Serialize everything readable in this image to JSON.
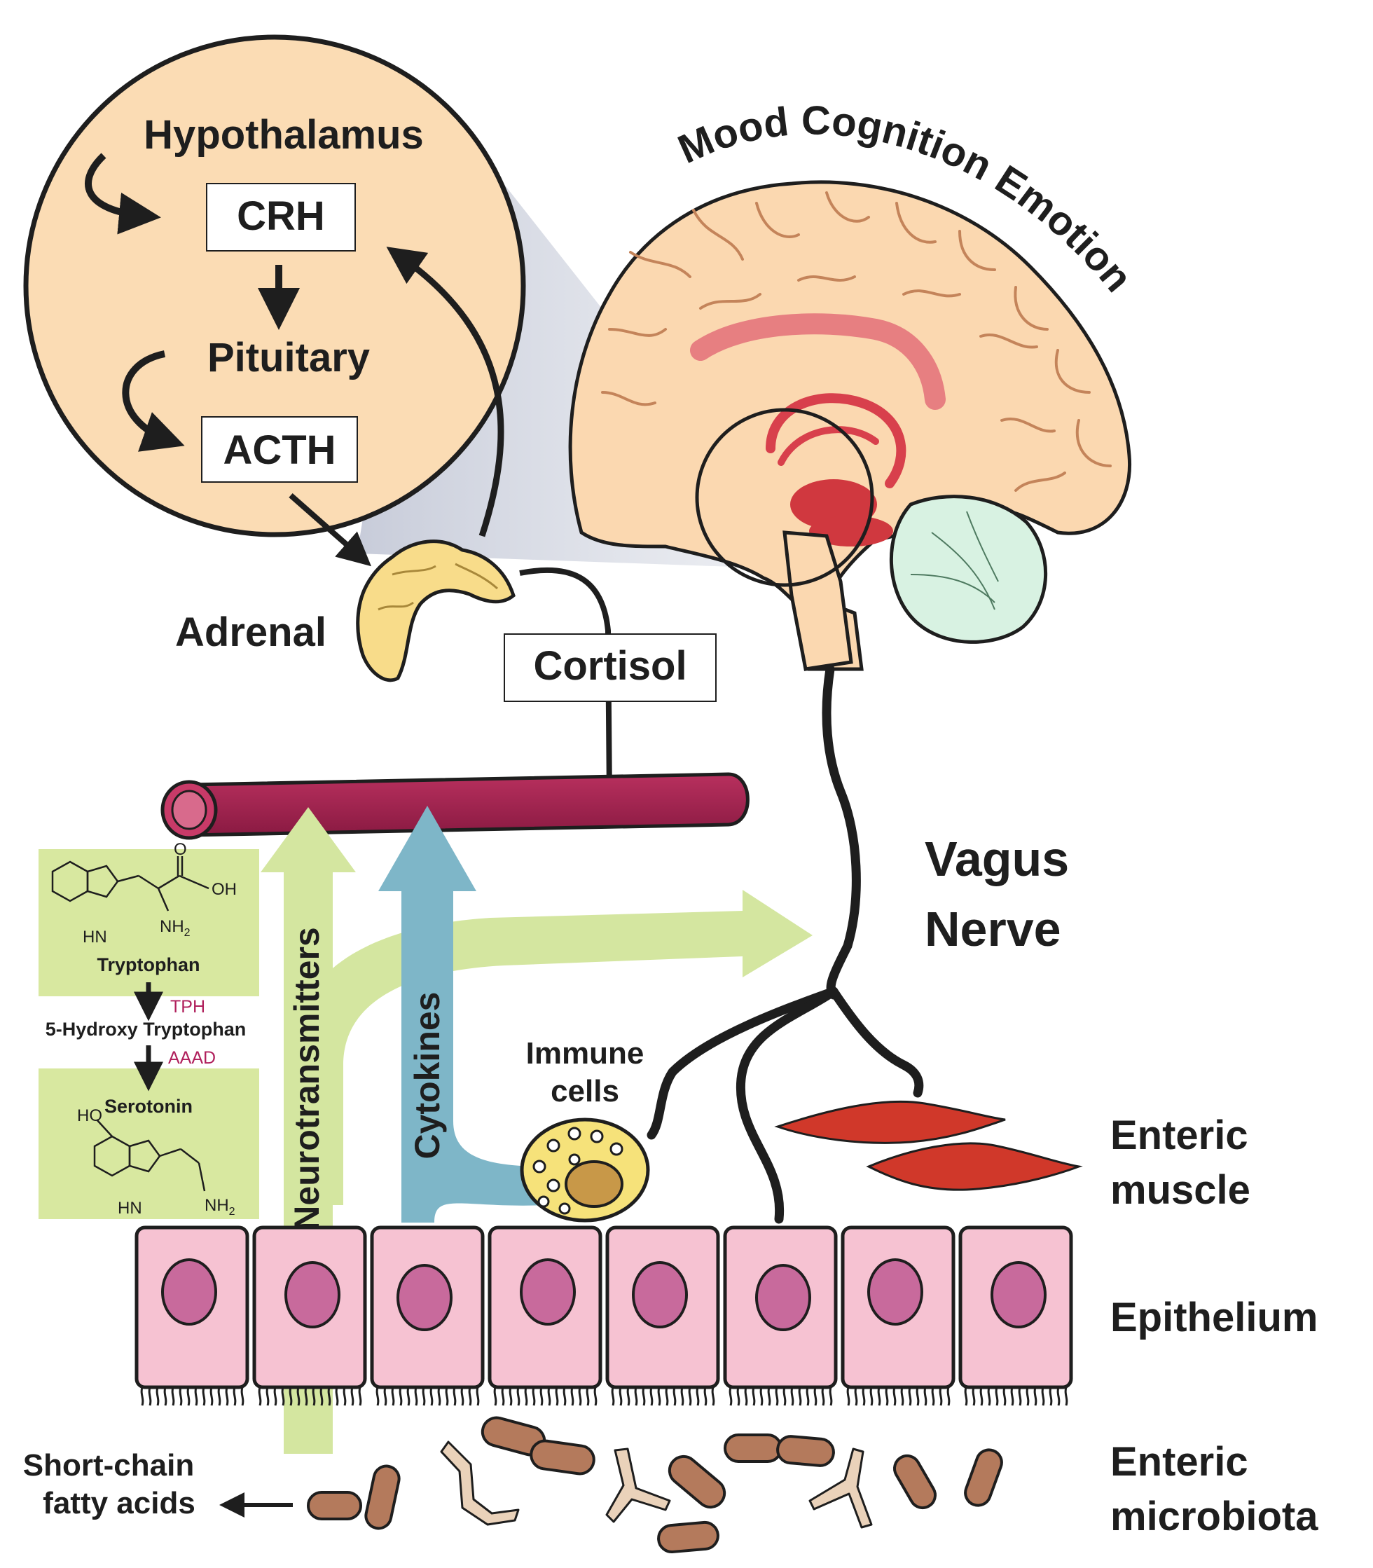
{
  "hpa": {
    "hypothalamus": "Hypothalamus",
    "crh": "CRH",
    "pituitary": "Pituitary",
    "acth": "ACTH",
    "adrenal": "Adrenal",
    "cortisol": "Cortisol"
  },
  "brain": {
    "functions": "Mood Cognition Emotion"
  },
  "nerve": {
    "line1": "Vagus",
    "line2": "Nerve"
  },
  "signals": {
    "neurotransmitters": "Neurotransmitters",
    "cytokines": "Cytokines",
    "immune_line1": "Immune",
    "immune_line2": "cells"
  },
  "serotonin_pathway": {
    "tryptophan": "Tryptophan",
    "enzyme1": "TPH",
    "intermediate": "5-Hydroxy Tryptophan",
    "enzyme2": "AAAD",
    "serotonin": "Serotonin",
    "atoms": {
      "o": "O",
      "oh": "OH",
      "nh2": "NH",
      "sub2": "2",
      "hn": "HN",
      "ho": "HO"
    }
  },
  "gut": {
    "muscle_line1": "Enteric",
    "muscle_line2": "muscle",
    "epithelium": "Epithelium",
    "microbiota_line1": "Enteric",
    "microbiota_line2": "microbiota",
    "scfa_line1": "Short-chain",
    "scfa_line2": "fatty acids"
  },
  "colors": {
    "hpa_circle": "#fbdcb4",
    "brain": "#fbd8b0",
    "limbic": "#d8404c",
    "cerebellum": "#d8f2e2",
    "vessel": "#9e1f4c",
    "green_arrow": "#d4e6a0",
    "blue_arrow": "#7eb6c8",
    "cell": "#f6c2d2",
    "nucleus": "#c86a9c",
    "muscle": "#d0382a",
    "bacteria": "#b47a5c",
    "bifido": "#ead2ba",
    "immune_cell": "#f6e27a",
    "chem_box": "#d8e8a0"
  }
}
